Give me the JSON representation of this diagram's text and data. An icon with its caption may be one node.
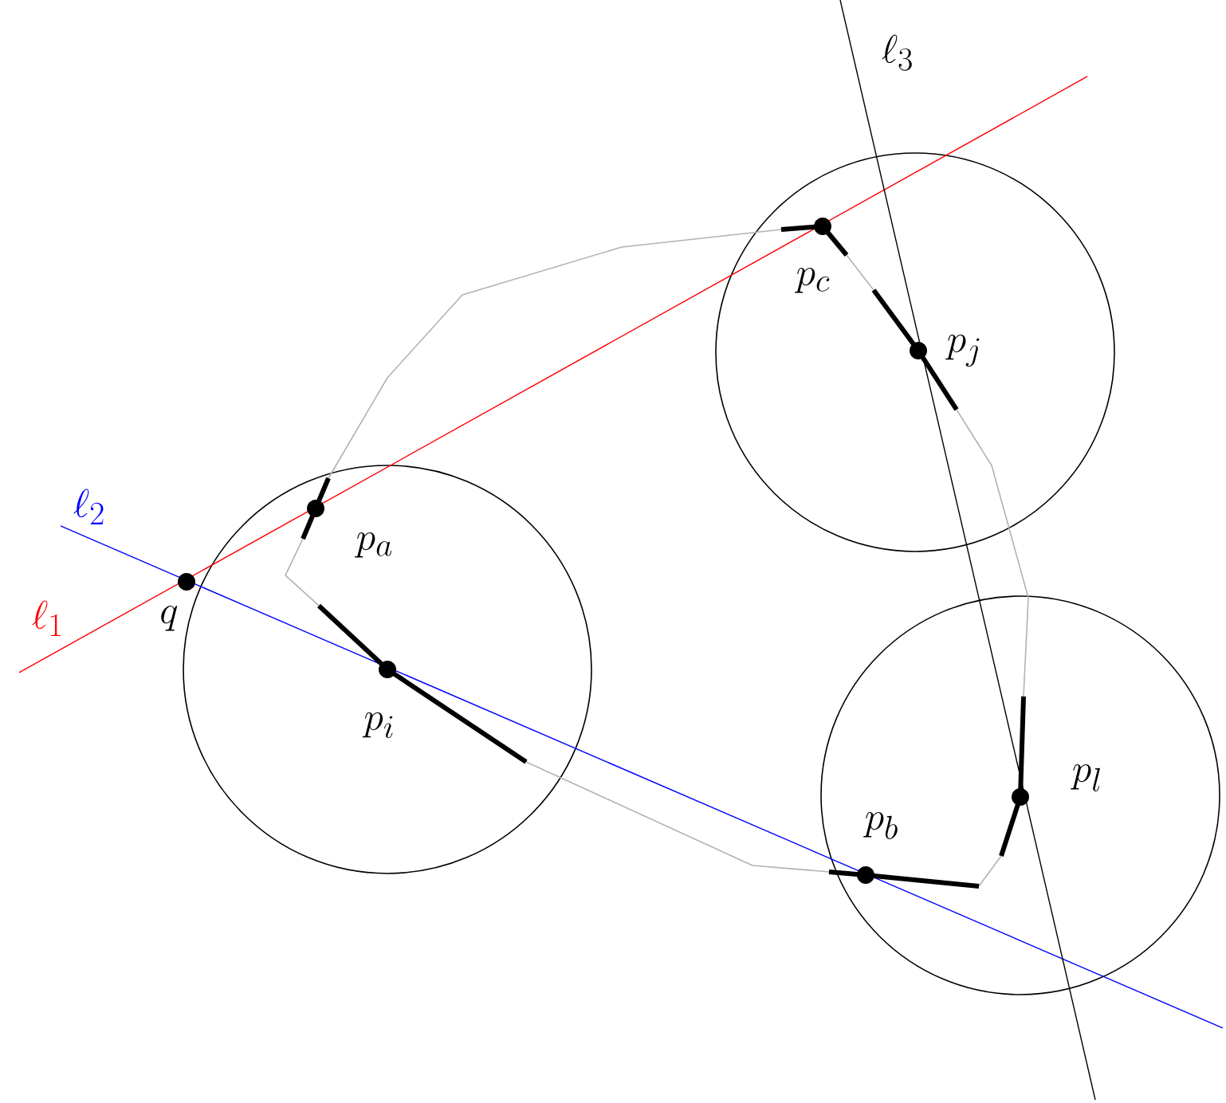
{
  "diagram": {
    "labels": [
      "\\ell_3",
      "\\ell_2",
      "\\ell_1",
      "p_c",
      "p_j",
      "p_a",
      "q",
      "p_i",
      "p_l",
      "p_b"
    ]
  }
}
